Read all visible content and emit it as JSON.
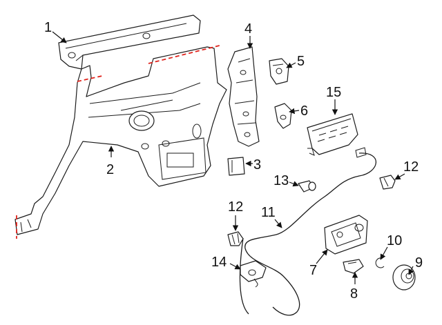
{
  "colors": {
    "cut_line": "#e0231c",
    "ink": "#1a1a1a"
  },
  "callouts": {
    "c1": "1",
    "c2": "2",
    "c3": "3",
    "c4": "4",
    "c5": "5",
    "c6": "6",
    "c7": "7",
    "c8": "8",
    "c9": "9",
    "c10": "10",
    "c11": "11",
    "c12a": "12",
    "c12b": "12",
    "c13": "13",
    "c14": "14",
    "c15": "15"
  }
}
